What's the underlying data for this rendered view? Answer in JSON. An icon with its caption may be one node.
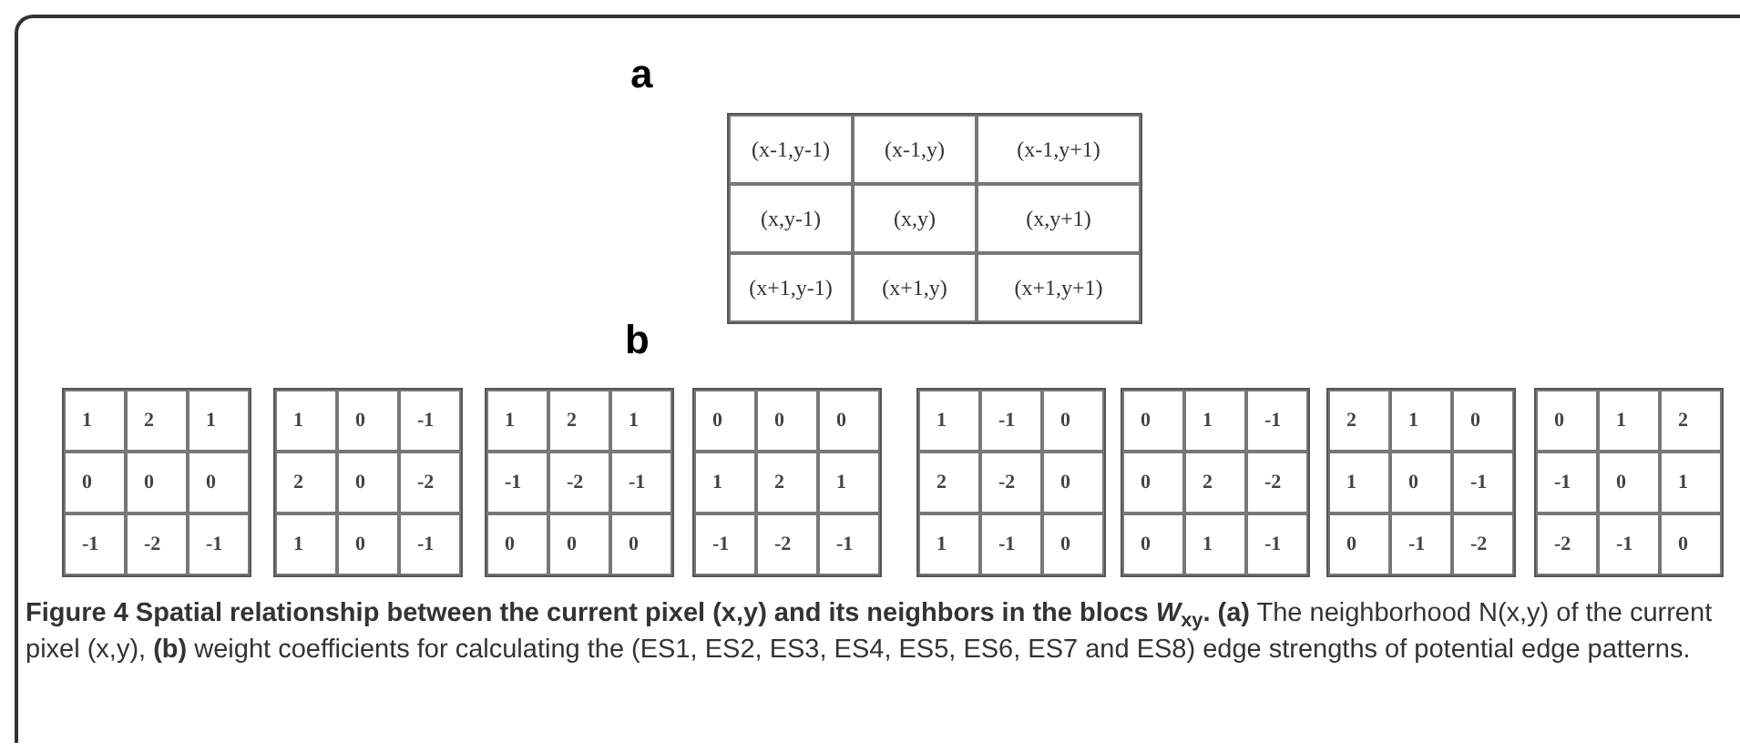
{
  "diagram": {
    "caption": "**Figure 4 Spatial relationship between the current pixel (x,y) and its neighbors in the blocs *W*$_{xy}$. (a)** The neighborhood N(x,y) of the current pixel (x,y), **(b)** weight coefficients for calculating the (ES1, ES2, ES3, ES4, ES5, ES6, ES7 and ES8) edge strengths of potential edge patterns.",
    "labels": [
      "a",
      "(x-1,y-1)",
      "(x-1,y)",
      "(x-1,y+1)",
      "(x,y-1)",
      "(x,y)",
      "(x,y+1)",
      "(x+1,y-1)",
      "(x+1,y)",
      "(x+1,y+1)",
      "b",
      "1",
      "2",
      "1",
      "0",
      "0",
      "0",
      "-1",
      "-2",
      "-1",
      "1",
      "0",
      "-1",
      "2",
      "0",
      "-2",
      "1",
      "0",
      "-1",
      "1",
      "2",
      "1",
      "-1",
      "-2",
      "-1",
      "0",
      "0",
      "0",
      "0",
      "0",
      "0",
      "1",
      "2",
      "1",
      "-1",
      "-2",
      "-1",
      "1",
      "-1",
      "0",
      "2",
      "-2",
      "0",
      "1",
      "-1",
      "0",
      "0",
      "1",
      "-1",
      "0",
      "2",
      "-2",
      "0",
      "1",
      "-1",
      "2",
      "1",
      "0",
      "1",
      "0",
      "-1",
      "0",
      "-1",
      "-2",
      "0",
      "1",
      "2",
      "-1",
      "0",
      "1",
      "-2",
      "-1",
      "0"
    ]
  }
}
